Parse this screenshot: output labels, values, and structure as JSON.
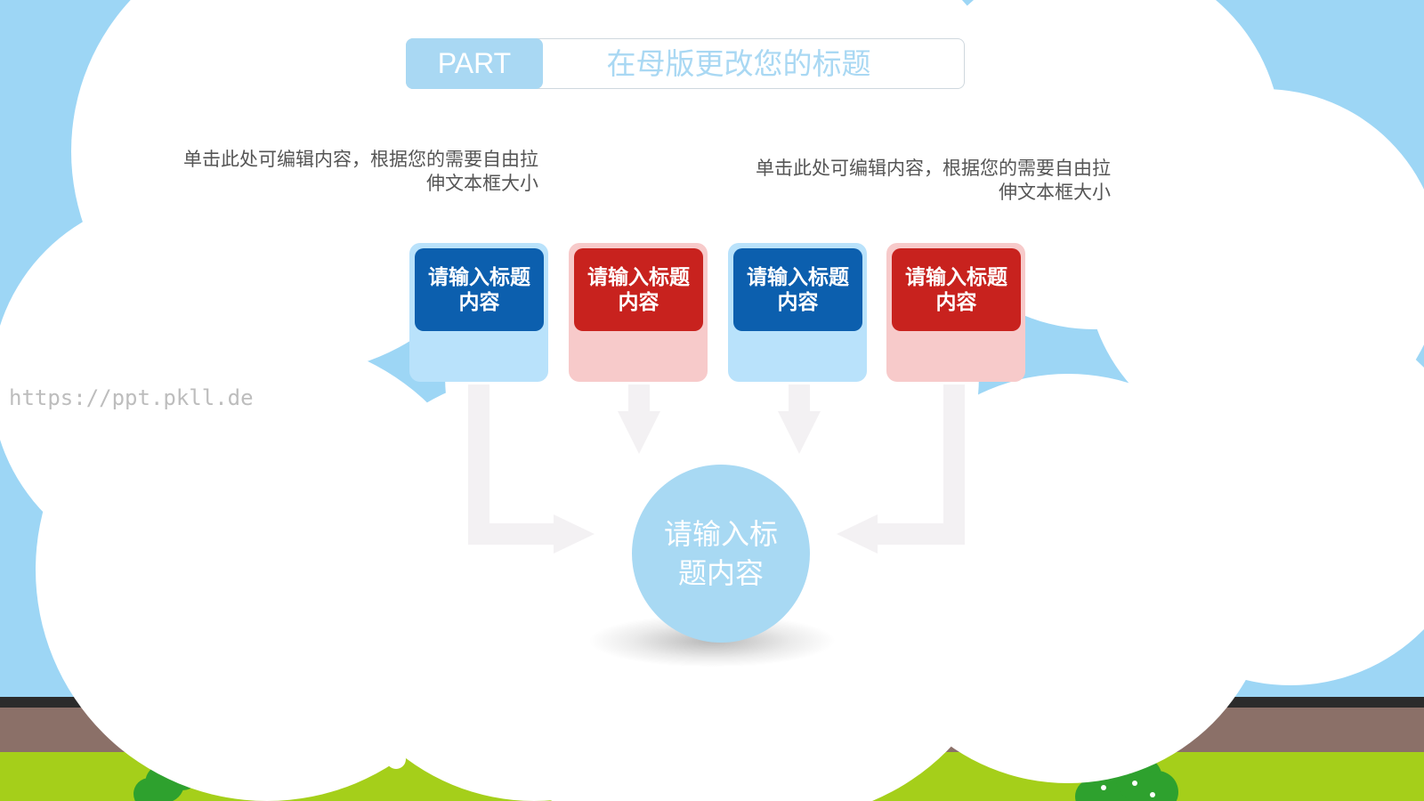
{
  "header": {
    "part_label": "PART",
    "title": "在母版更改您的标题"
  },
  "descriptions": {
    "left": "单击此处可编辑内容，根据您的需要自由拉伸文本框大小",
    "right": "单击此处可编辑内容，根据您的需要自由拉伸文本框大小"
  },
  "cards": [
    {
      "label": "请输入标题内容",
      "color": "blue"
    },
    {
      "label": "请输入标题内容",
      "color": "red"
    },
    {
      "label": "请输入标题内容",
      "color": "blue"
    },
    {
      "label": "请输入标题内容",
      "color": "red"
    }
  ],
  "center": {
    "label": "请输入标题内容"
  },
  "watermark": "https://ppt.pkll.de",
  "colors": {
    "sky": "#9dd6f5",
    "cloud": "#ffffff",
    "grass": "#a5cf1a",
    "soil": "#8b7068",
    "blue_accent": "#0c5fae",
    "red_accent": "#c8221e",
    "light_blue": "#a8d9f3"
  }
}
